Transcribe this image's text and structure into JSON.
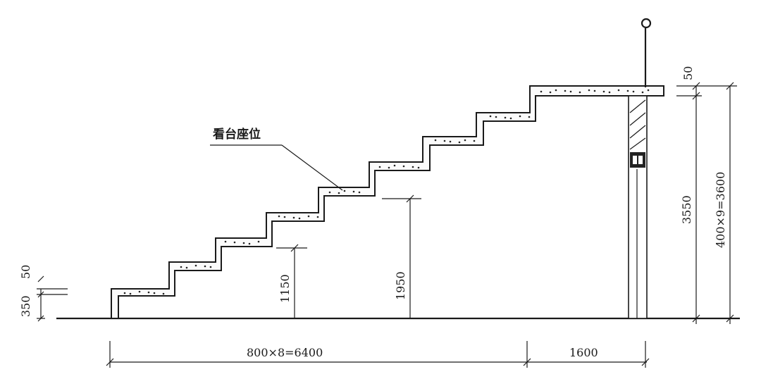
{
  "labels": {
    "seat": "看台座位",
    "dim_350": "350",
    "dim_50_left": "50",
    "dim_1150": "1150",
    "dim_1950": "1950",
    "dim_3550": "3550",
    "dim_50_right": "50",
    "dim_3600": "400×9=3600",
    "dim_6400": "800×8=6400",
    "dim_1600": "1600"
  }
}
